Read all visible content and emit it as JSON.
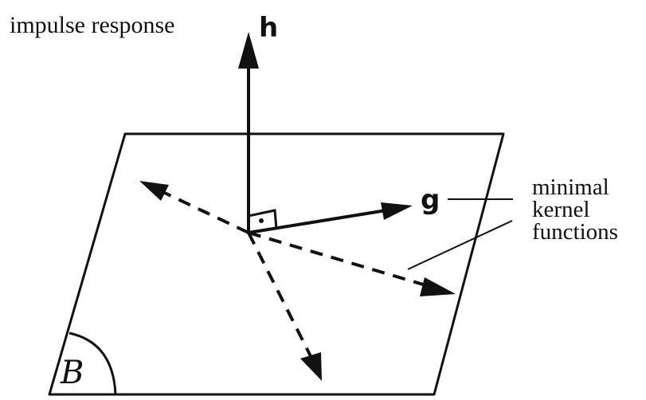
{
  "labels": {
    "impulse_response": "impulse response",
    "h": "h",
    "g": "g",
    "minimal_kernel_functions": [
      "minimal",
      "kernel",
      "functions"
    ],
    "subspace": "B"
  },
  "colors": {
    "ink": "#111111",
    "background": "#ffffff"
  }
}
